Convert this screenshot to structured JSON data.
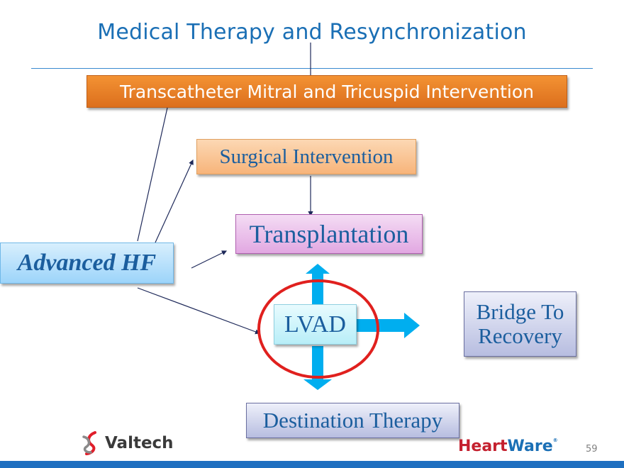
{
  "slide": {
    "title": "Medical Therapy and Resynchronization",
    "page_number": "59"
  },
  "nodes": {
    "transcatheter": "Transcatheter Mitral and Tricuspid Intervention",
    "surgical": "Surgical Intervention",
    "transplantation": "Transplantation",
    "advanced_hf": "Advanced HF",
    "lvad": "LVAD",
    "bridge_line1": "Bridge To",
    "bridge_line2": "Recovery",
    "destination": "Destination Therapy"
  },
  "edges": [
    {
      "from": "Advanced HF",
      "to": "Transcatheter Mitral and Tricuspid Intervention"
    },
    {
      "from": "Advanced HF",
      "to": "Surgical Intervention"
    },
    {
      "from": "Advanced HF",
      "to": "Transplantation"
    },
    {
      "from": "Advanced HF",
      "to": "LVAD"
    },
    {
      "from": "Medical Therapy and Resynchronization",
      "to": "Transcatheter Mitral and Tricuspid Intervention"
    },
    {
      "from": "Surgical Intervention",
      "to": "Transplantation"
    },
    {
      "from": "LVAD",
      "to": "Transplantation",
      "style": "block-arrow"
    },
    {
      "from": "LVAD",
      "to": "Bridge To Recovery",
      "style": "block-arrow"
    },
    {
      "from": "LVAD",
      "to": "Destination Therapy",
      "style": "block-arrow"
    }
  ],
  "highlight": {
    "target": "LVAD",
    "shape": "ellipse",
    "color": "#e0201e"
  },
  "colors": {
    "title": "#1a6fb5",
    "arrow_block": "#00aeef",
    "connector": "#1f2a5a",
    "footer_bar": "#1e6fc0"
  },
  "logos": {
    "valtech": "Valtech",
    "heartware_part1": "Heart",
    "heartware_part2": "Ware",
    "heartware_reg": "®"
  }
}
